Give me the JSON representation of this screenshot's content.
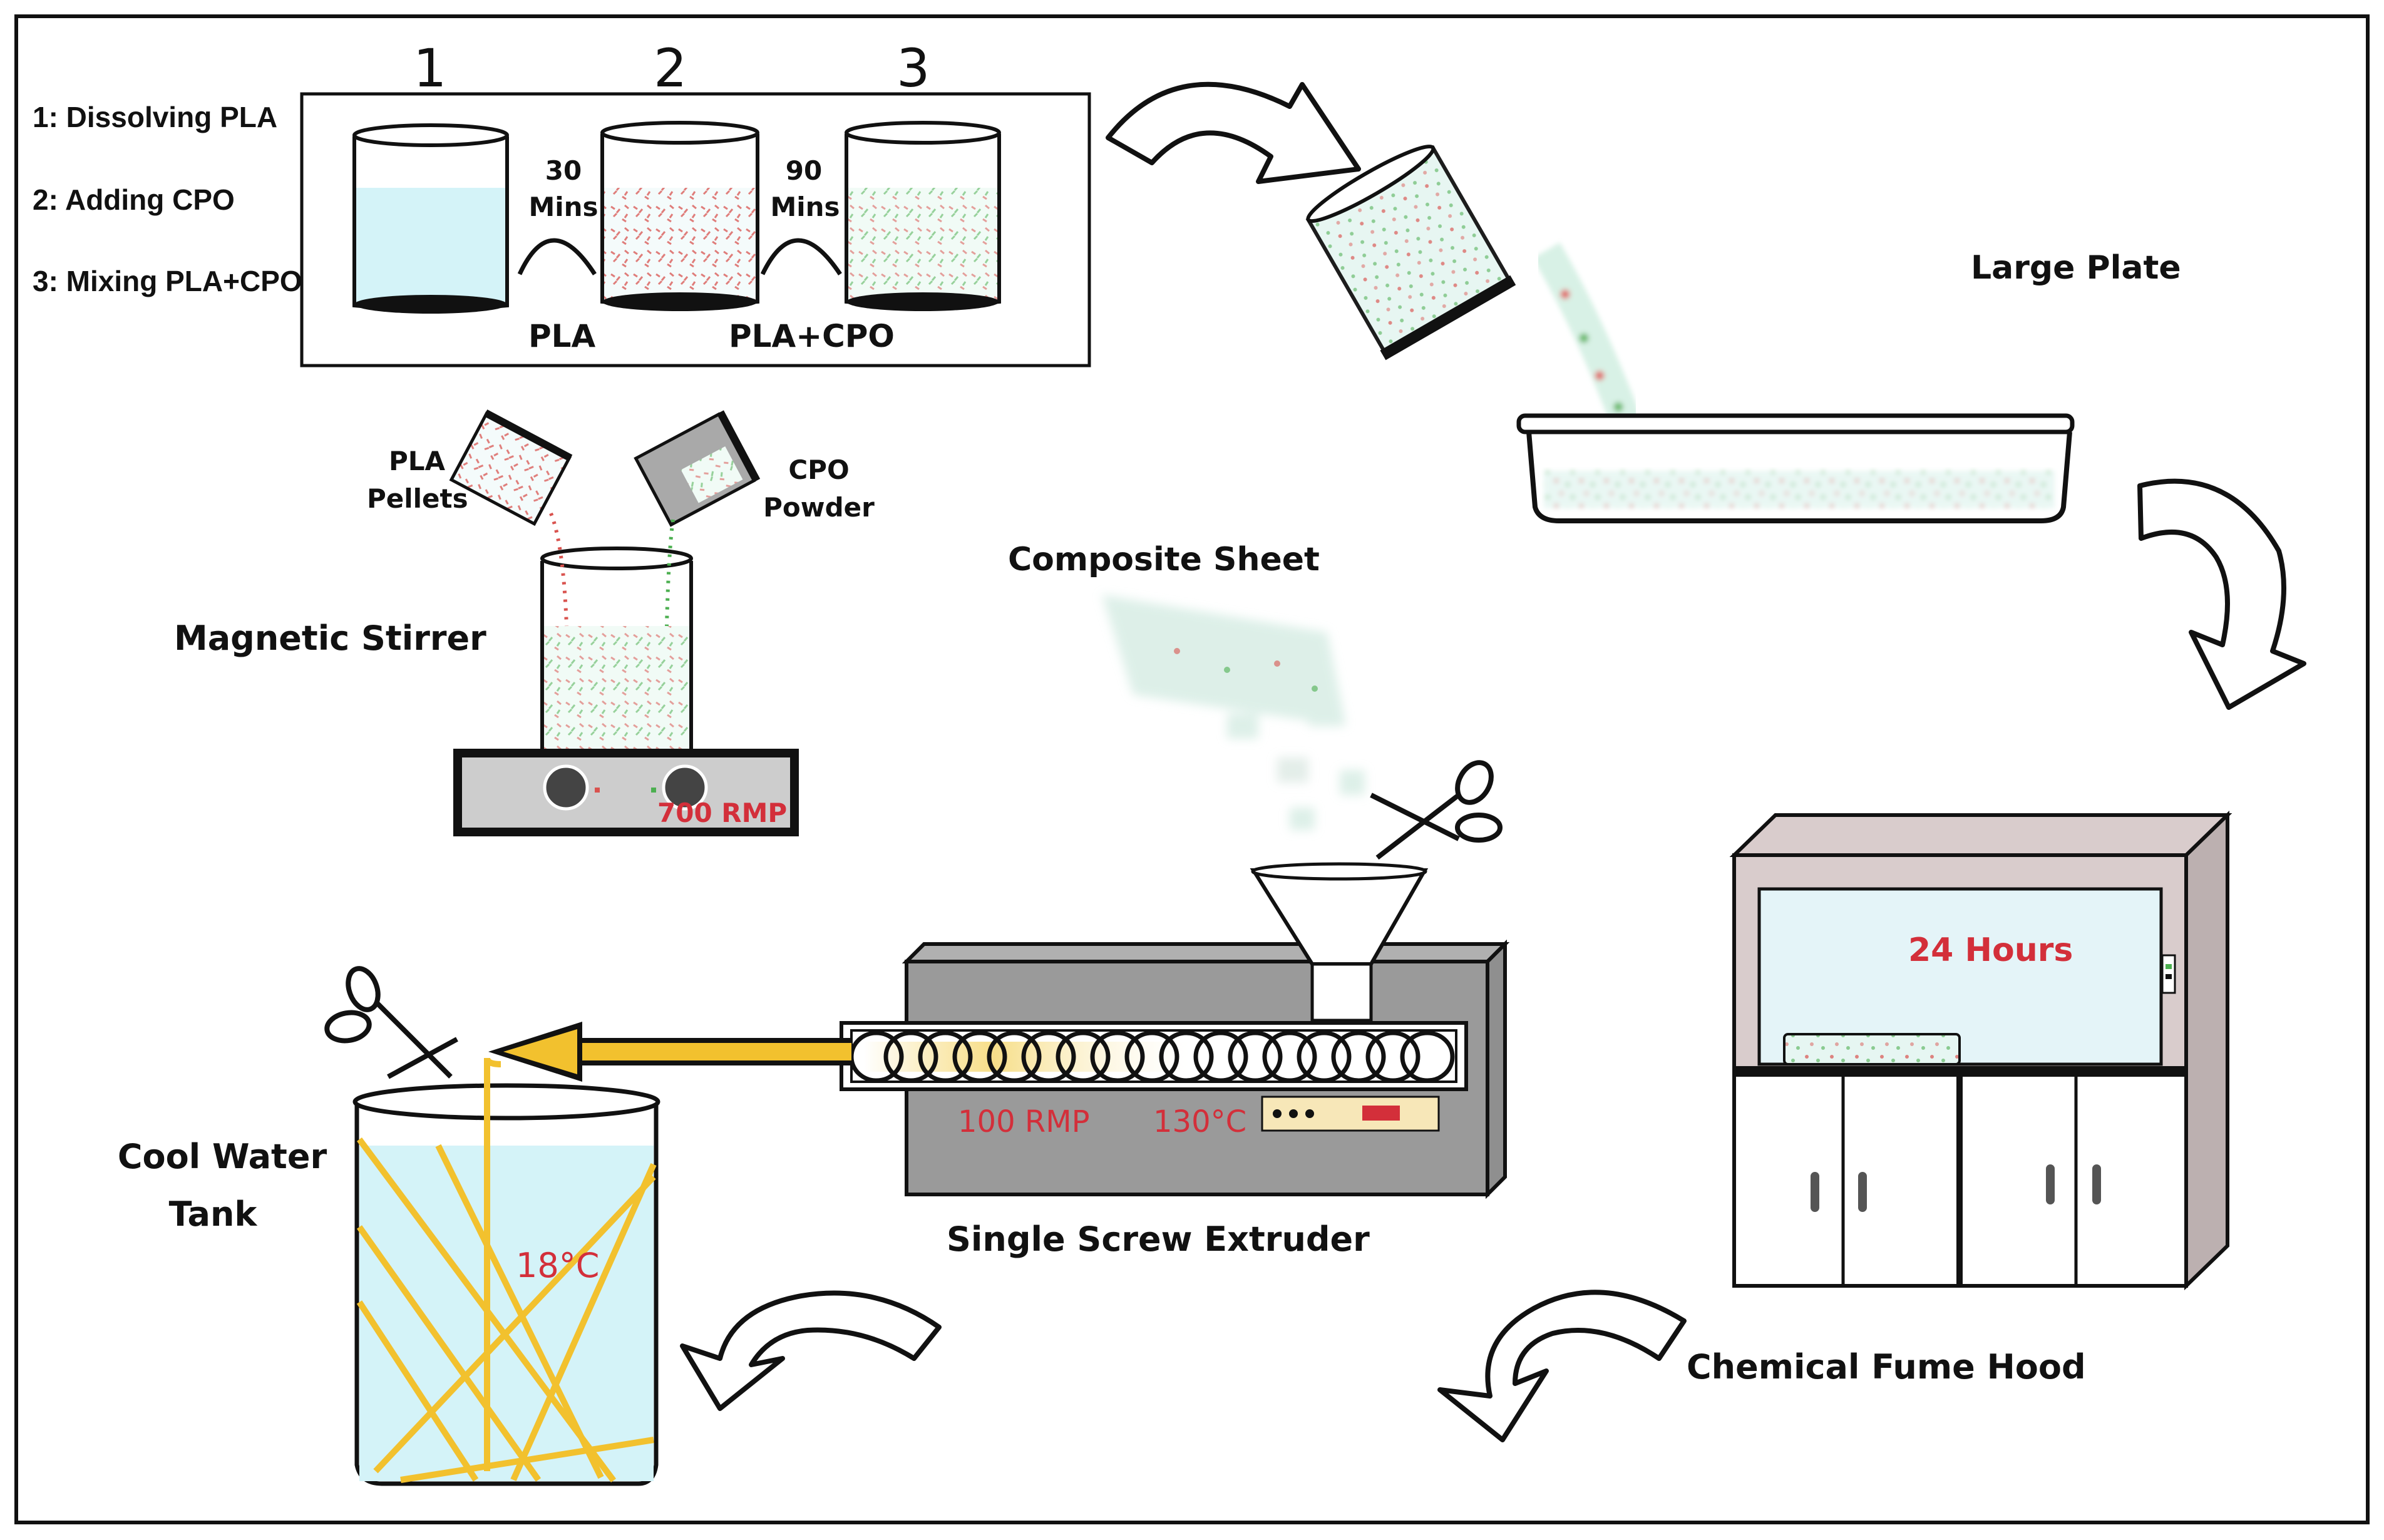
{
  "steps_box": {
    "legend": [
      "1: Dissolving PLA",
      "2: Adding CPO",
      "3: Mixing PLA+CPO"
    ],
    "beaker_numbers": [
      "1",
      "2",
      "3"
    ],
    "time_1": [
      "30",
      "Mins"
    ],
    "time_2": [
      "90",
      "Mins"
    ],
    "label_pla": "PLA",
    "label_pla_cpo": "PLA+CPO"
  },
  "labels": {
    "large_plate": "Large Plate",
    "pla_pellets": [
      "PLA",
      "Pellets"
    ],
    "cpo_powder": [
      "CPO",
      "Powder"
    ],
    "composite_sheet": "Composite Sheet",
    "magnetic_stirrer": "Magnetic Stirrer",
    "stirrer_speed": "700 RMP",
    "fume_hood_time": "24 Hours",
    "extruder_speed": "100 RMP",
    "extruder_temp": "130°C",
    "cool_water_tank": [
      "Cool Water",
      "Tank"
    ],
    "water_temp": "18°C",
    "single_screw_extruder": "Single Screw Extruder",
    "chemical_fume_hood": "Chemical Fume Hood"
  },
  "colors": {
    "water": "#d4f3f8",
    "pla_red": "#d9534f",
    "cpo_green": "#4caf50",
    "extrudate_yellow": "#f2c12e",
    "extruder_gray": "#9a9a9a",
    "hood_frame": "#d9cccc",
    "accent_red": "#d32f3a"
  }
}
